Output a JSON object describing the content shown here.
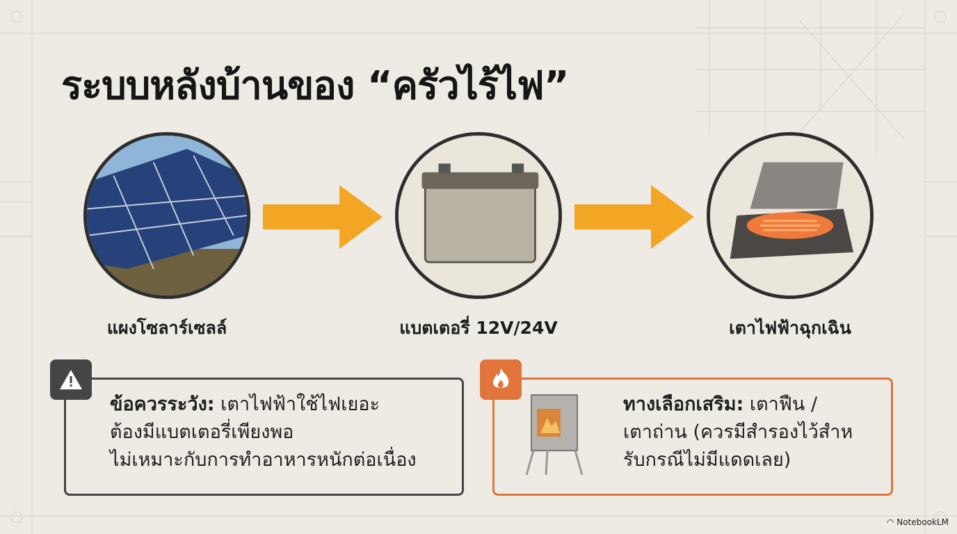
{
  "title": "ระบบหลังบ้านของ “ครัวไร้ไฟ”",
  "flow": [
    {
      "label": "แผงโซลาร์เซลล์",
      "icon": "solar-panel-photo"
    },
    {
      "label": "แบตเตอรี่ 12V/24V",
      "icon": "battery-photo"
    },
    {
      "label": "เตาไฟฟ้าฉุกเฉิน",
      "icon": "electric-stove-photo"
    }
  ],
  "warning": {
    "heading": "ข้อควรระวัง:",
    "line1": " เตาไฟฟ้าใช้ไฟเยอะ",
    "line2": "ต้องมีแบตเตอรี่เพียงพอ",
    "line3": "ไม่เหมาะกับการทำอาหารหนักต่อเนื่อง"
  },
  "alternative": {
    "heading": "ทางเลือกเสริม:",
    "line1": " เตาฟืน /",
    "line2": "เตาถ่าน (ควรมีสำรองไว้สำห",
    "line3": "รับกรณีไม่มีแดดเลย)"
  },
  "brand": "NotebookLM",
  "colors": {
    "accent": "#f2a623",
    "warning": "#454545",
    "orange": "#e0743a",
    "background": "#eeebe4"
  }
}
